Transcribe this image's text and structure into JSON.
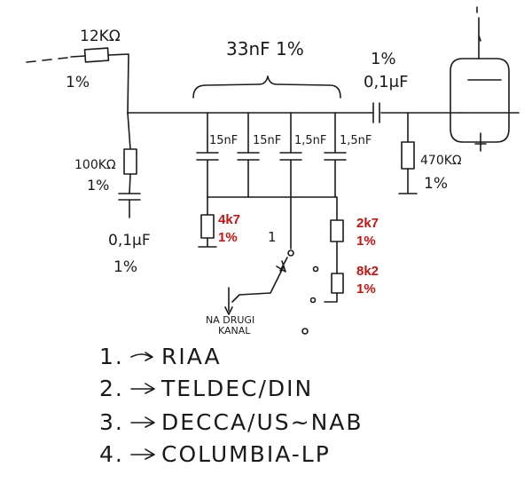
{
  "labels": {
    "r_input": "12KΩ",
    "r_input_tol": "1%",
    "cap_group": "33nF 1%",
    "out_cap_tol": "1%",
    "out_cap": "0,1μF",
    "c1": "15nF",
    "c2": "15nF",
    "c3": "1,5nF",
    "c4": "1,5nF",
    "r_100k": "100KΩ",
    "r_100k_tol": "1%",
    "cap_01": "0,1μF",
    "cap_01_tol": "1%",
    "r_470k": "470KΩ",
    "r_470k_tol": "1%",
    "r_4k7": "4k7",
    "r_4k7_tol": "1%",
    "r_2k7": "2k7",
    "r_2k7_tol": "1%",
    "r_8k2": "8k2",
    "r_8k2_tol": "1%",
    "switch_pos": "1",
    "other_channel_1": "NA DRUGI",
    "other_channel_2": "KANAL"
  },
  "legend": [
    {
      "num": "1.",
      "text": "RIAA"
    },
    {
      "num": "2.",
      "text": "TELDEC/DIN"
    },
    {
      "num": "3.",
      "text": "DECCA/US~NAB"
    },
    {
      "num": "4.",
      "text": "COLUMBIA-LP"
    }
  ],
  "colors": {
    "ink": "#1a1a1a",
    "highlight": "#cc1111"
  }
}
